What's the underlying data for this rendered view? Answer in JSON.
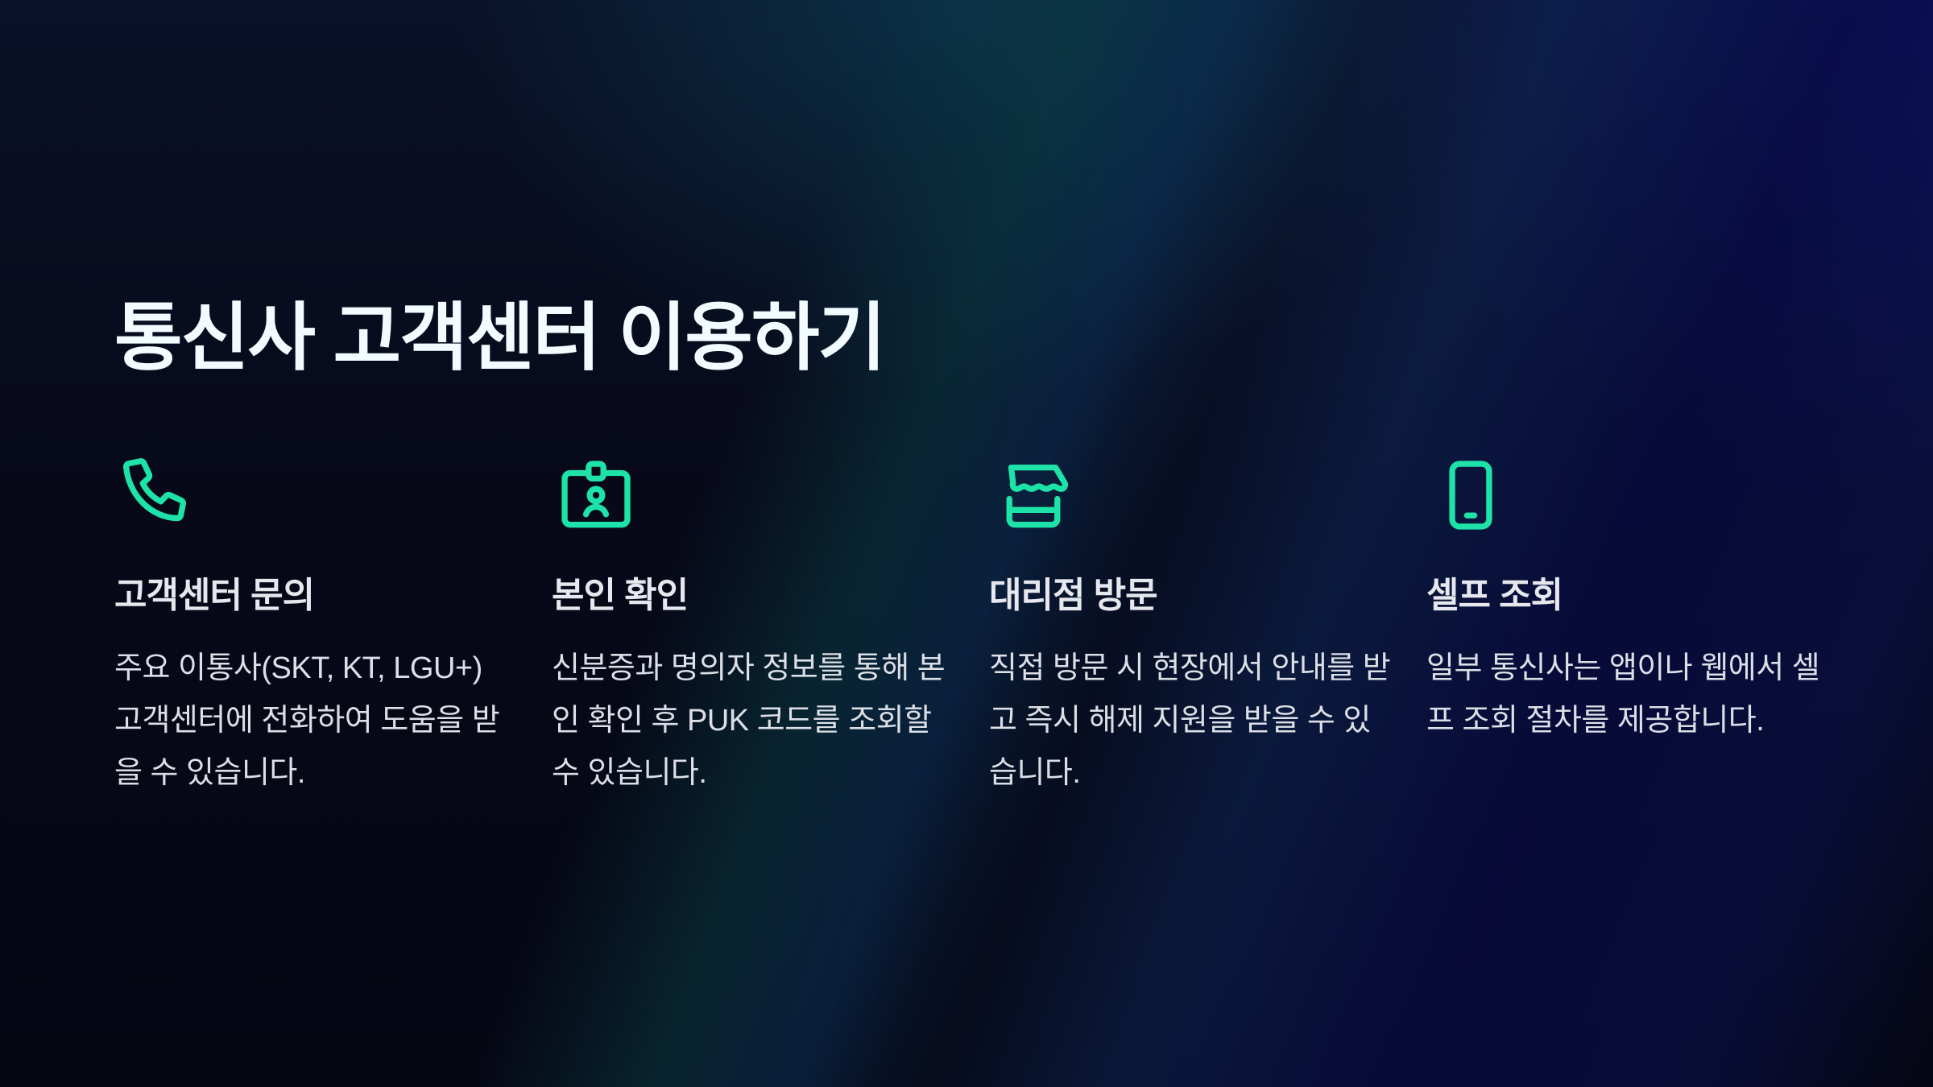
{
  "slide": {
    "title": "통신사 고객센터 이용하기",
    "accent_color": "#1ee3a8",
    "cards": [
      {
        "icon": "phone-icon",
        "title": "고객센터 문의",
        "body": "주요 이통사(SKT, KT, LGU+) 고객센터에 전화하여 도움을 받을 수 있습니다."
      },
      {
        "icon": "id-badge-icon",
        "title": "본인 확인",
        "body": "신분증과 명의자 정보를 통해 본인 확인 후 PUK 코드를 조회할 수 있습니다."
      },
      {
        "icon": "store-icon",
        "title": "대리점 방문",
        "body": "직접 방문 시 현장에서 안내를 받고 즉시 해제 지원을 받을 수 있습니다."
      },
      {
        "icon": "smartphone-icon",
        "title": "셀프 조회",
        "body": "일부 통신사는 앱이나 웹에서 셀프 조회 절차를 제공합니다."
      }
    ]
  }
}
